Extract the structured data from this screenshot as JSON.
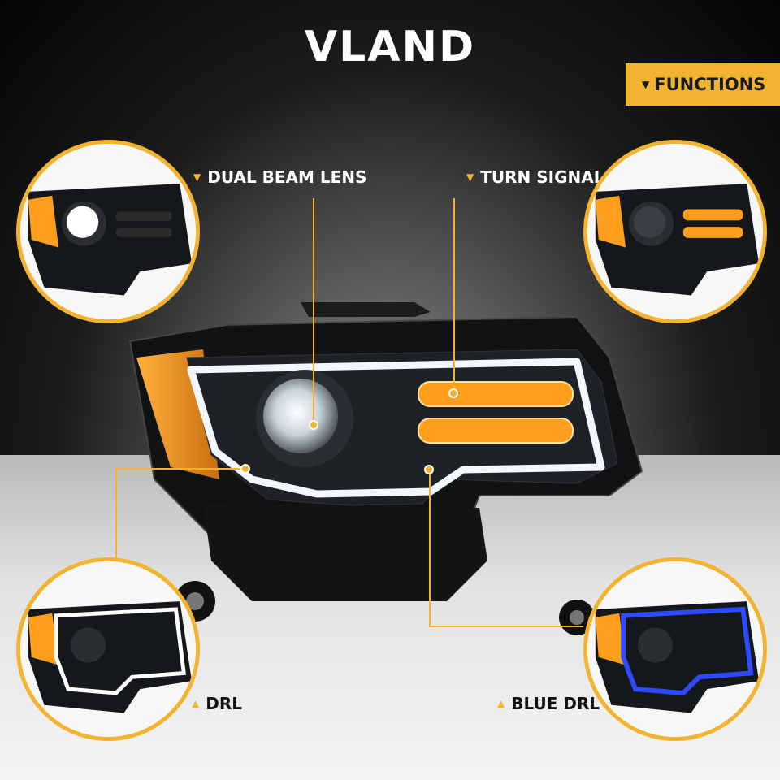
{
  "brand": "VLAND",
  "banner": {
    "label": "FUNCTIONS",
    "icon": "caret-down-icon"
  },
  "features": [
    {
      "label": "DUAL BEAM LENS",
      "mode": "projector"
    },
    {
      "label": "TURN SIGNAL",
      "mode": "amber"
    },
    {
      "label": "DRL",
      "mode": "white"
    },
    {
      "label": "BLUE DRL",
      "mode": "blue"
    }
  ],
  "colors": {
    "accent": "#f2b430",
    "amber": "#ff9d1c",
    "drl_white": "#ffffff",
    "drl_blue": "#2f4bff"
  }
}
